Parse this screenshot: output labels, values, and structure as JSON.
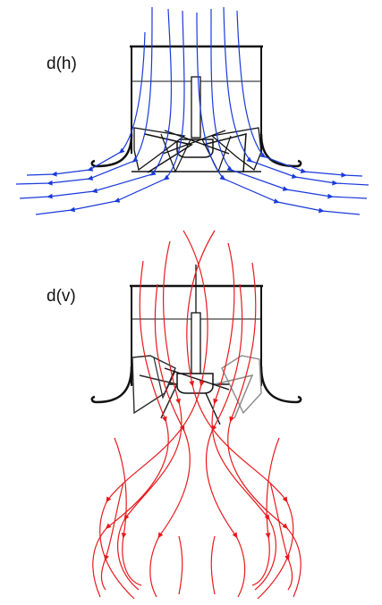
{
  "panels": [
    {
      "label": "d(h)",
      "flow_direction": "horizontal",
      "streamline_color": "#1a3adb"
    },
    {
      "label": "d(v)",
      "flow_direction": "vertical",
      "streamline_color": "#e8191c"
    }
  ],
  "colors": {
    "structure": "#111111",
    "impeller_dark": "#2b2b2b",
    "impeller_light": "#8a8a8a"
  }
}
